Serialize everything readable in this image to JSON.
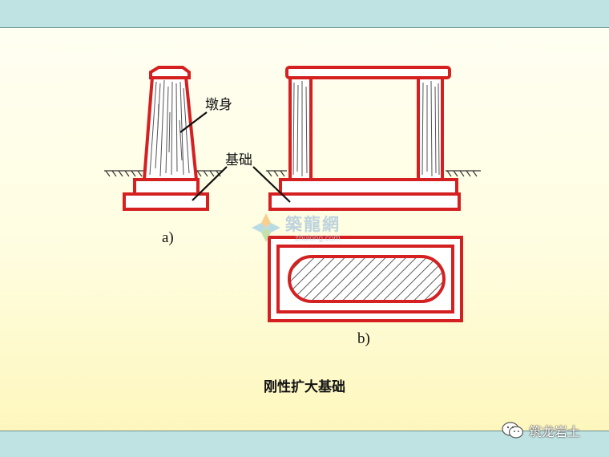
{
  "labels": {
    "pier_body": "墩身",
    "foundation": "基础",
    "fig_a": "a)",
    "fig_b": "b)"
  },
  "caption": "刚性扩大基础",
  "watermark": {
    "text": "築龍網",
    "url": "zhulong.com"
  },
  "brand": {
    "text": "筑龙岩土",
    "icon": "wechat-icon"
  },
  "colors": {
    "outline": "#d42020",
    "band": "#bfe3e2",
    "hatch": "#333333"
  }
}
